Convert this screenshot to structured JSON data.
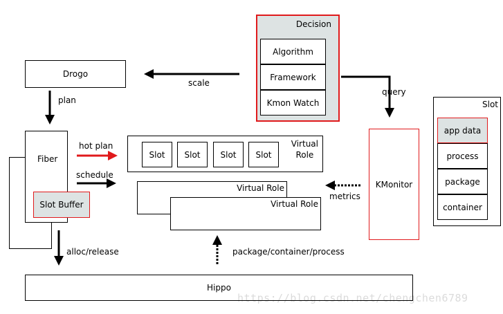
{
  "decision": {
    "title": "Decision",
    "items": [
      "Algorithm",
      "Framework",
      "Kmon Watch"
    ]
  },
  "drogo": "Drogo",
  "fiber": {
    "label": "Fiber",
    "slot_buffer": "Slot Buffer"
  },
  "virtual_role_top": {
    "label": "Virtual\nRole",
    "slots": [
      "Slot",
      "Slot",
      "Slot",
      "Slot"
    ]
  },
  "virtual_role_back": "Virtual Role",
  "virtual_role_front": "Virtual Role",
  "kmonitor": "KMonitor",
  "slot_panel": {
    "title": "Slot",
    "items": [
      "app data",
      "process",
      "package",
      "container"
    ]
  },
  "hippo": "Hippo",
  "edges": {
    "scale": "scale",
    "query": "query",
    "plan": "plan",
    "hot_plan": "hot plan",
    "schedule": "schedule",
    "metrics": "metrics",
    "alloc_release": "alloc/release",
    "package_container_process": "package/container/process"
  },
  "watermark": "https://blog.csdn.net/chengchen6789",
  "colors": {
    "accent_red": "#e0191b",
    "fill_gray": "#dde3e3"
  }
}
